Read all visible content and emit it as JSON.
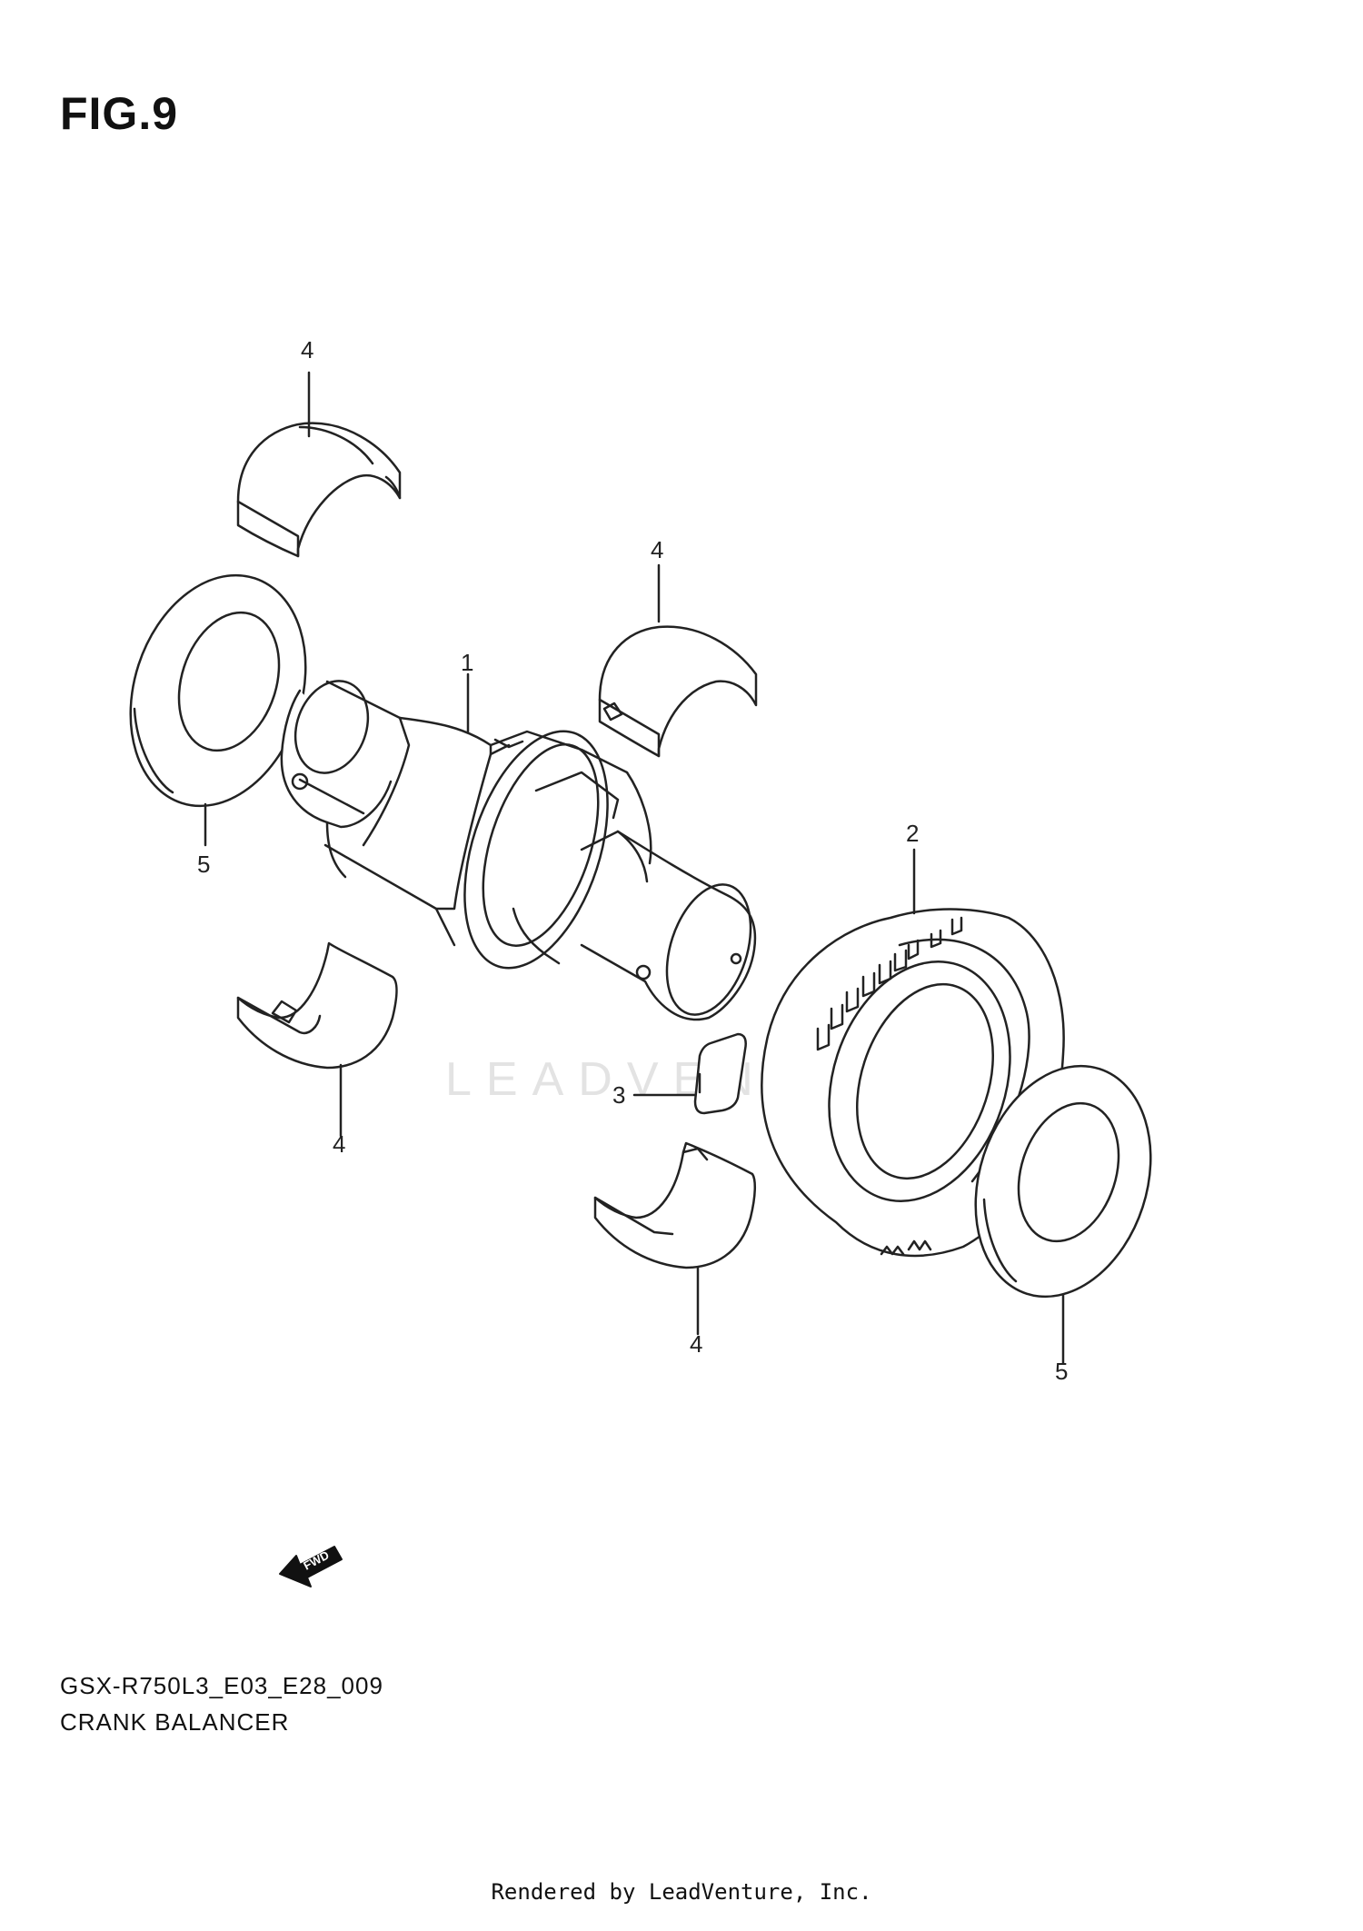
{
  "figure_label": "FIG.9",
  "watermark": "LEADVENTURE",
  "direction_indicator": "FWD",
  "callouts": {
    "shaft": "1",
    "gear": "2",
    "key": "3",
    "bearing_top_left": "4",
    "bearing_top_mid": "4",
    "bearing_bottom_left": "4",
    "bearing_bottom_mid": "4",
    "washer_left": "5",
    "washer_right": "5"
  },
  "diagram_code": "GSX-R750L3_E03_E28_009",
  "caption": "CRANK BALANCER",
  "footer": "Rendered by LeadVenture, Inc."
}
